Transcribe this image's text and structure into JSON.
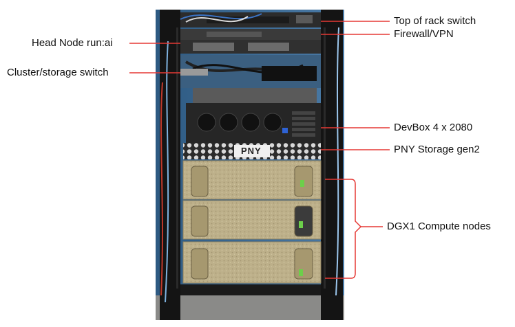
{
  "labels": {
    "top_of_rack_switch": "Top of rack switch",
    "firewall_vpn": "Firewall/VPN",
    "head_node": "Head Node run:ai",
    "cluster_storage_switch": "Cluster/storage switch",
    "devbox": "DevBox 4 x 2080",
    "pny_storage": "PNY Storage gen2",
    "dgx1_compute_nodes": "DGX1 Compute nodes"
  },
  "device_text": {
    "pny_logo": "PNY"
  },
  "colors": {
    "callout_line": "#e53935",
    "background": "#ffffff",
    "rack_frame": "#141414",
    "wall_blue": "#3f6f9a",
    "dgx_gold": "#b9ab84",
    "server_dark": "#2a2a2a",
    "label_text": "#111111"
  }
}
